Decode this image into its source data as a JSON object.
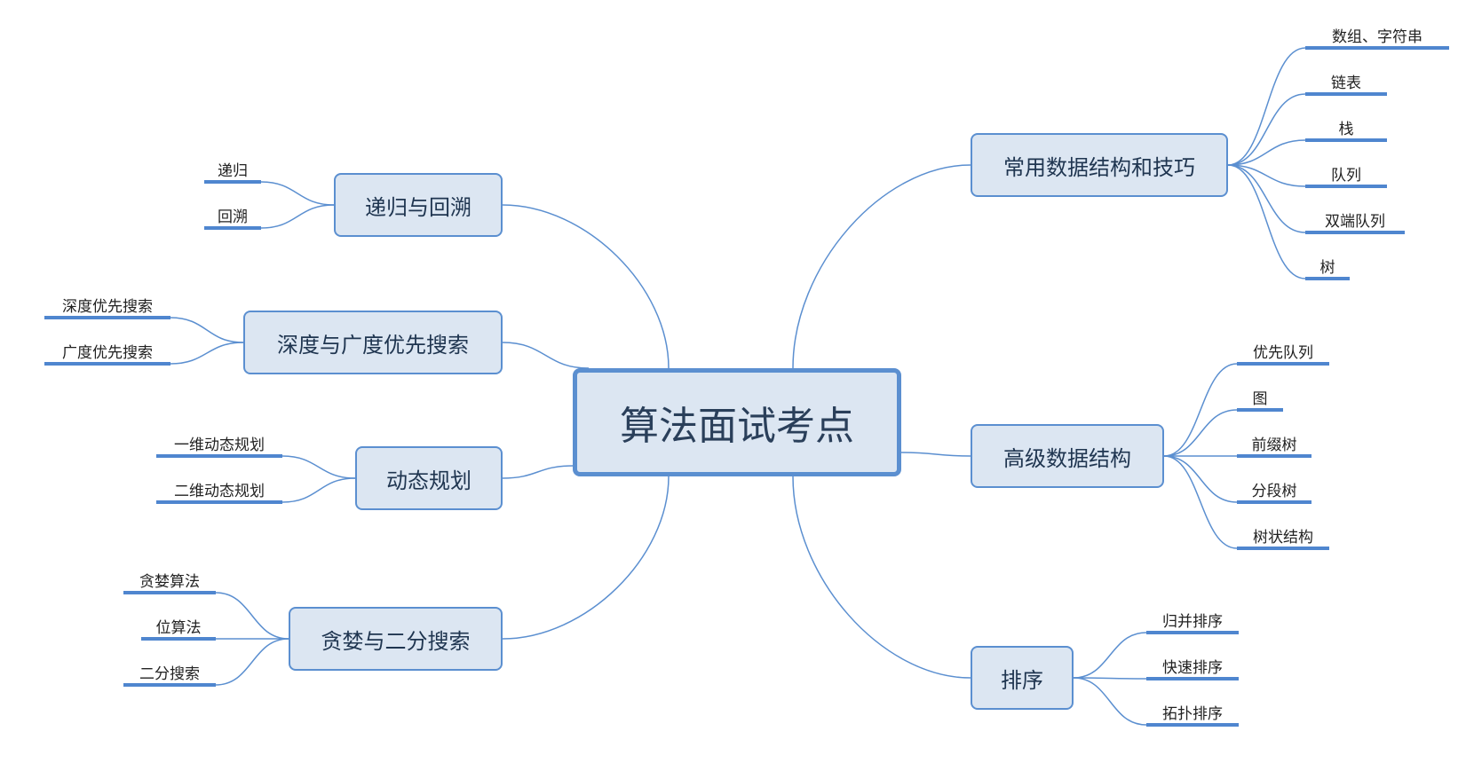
{
  "root": {
    "label": "算法面试考点"
  },
  "branches": [
    {
      "id": "b1",
      "label": "常用数据结构和技巧",
      "leaves": [
        "数组、字符串",
        "链表",
        "栈",
        "队列",
        "双端队列",
        "树"
      ]
    },
    {
      "id": "b2",
      "label": "高级数据结构",
      "leaves": [
        "优先队列",
        "图",
        "前缀树",
        "分段树",
        "树状结构"
      ]
    },
    {
      "id": "b3",
      "label": "排序",
      "leaves": [
        "归并排序",
        "快速排序",
        "拓扑排序"
      ]
    },
    {
      "id": "b4",
      "label": "递归与回溯",
      "leaves": [
        "递归",
        "回溯"
      ]
    },
    {
      "id": "b5",
      "label": "深度与广度优先搜索",
      "leaves": [
        "深度优先搜索",
        "广度优先搜索"
      ]
    },
    {
      "id": "b6",
      "label": "动态规划",
      "leaves": [
        "一维动态规划",
        "二维动态规划"
      ]
    },
    {
      "id": "b7",
      "label": "贪婪与二分搜索",
      "leaves": [
        "贪婪算法",
        "位算法",
        "二分搜索"
      ]
    }
  ],
  "colors": {
    "line": "#5b8fd0",
    "node_fill": "#dce6f2",
    "leaf_bar": "#4f86cf"
  }
}
